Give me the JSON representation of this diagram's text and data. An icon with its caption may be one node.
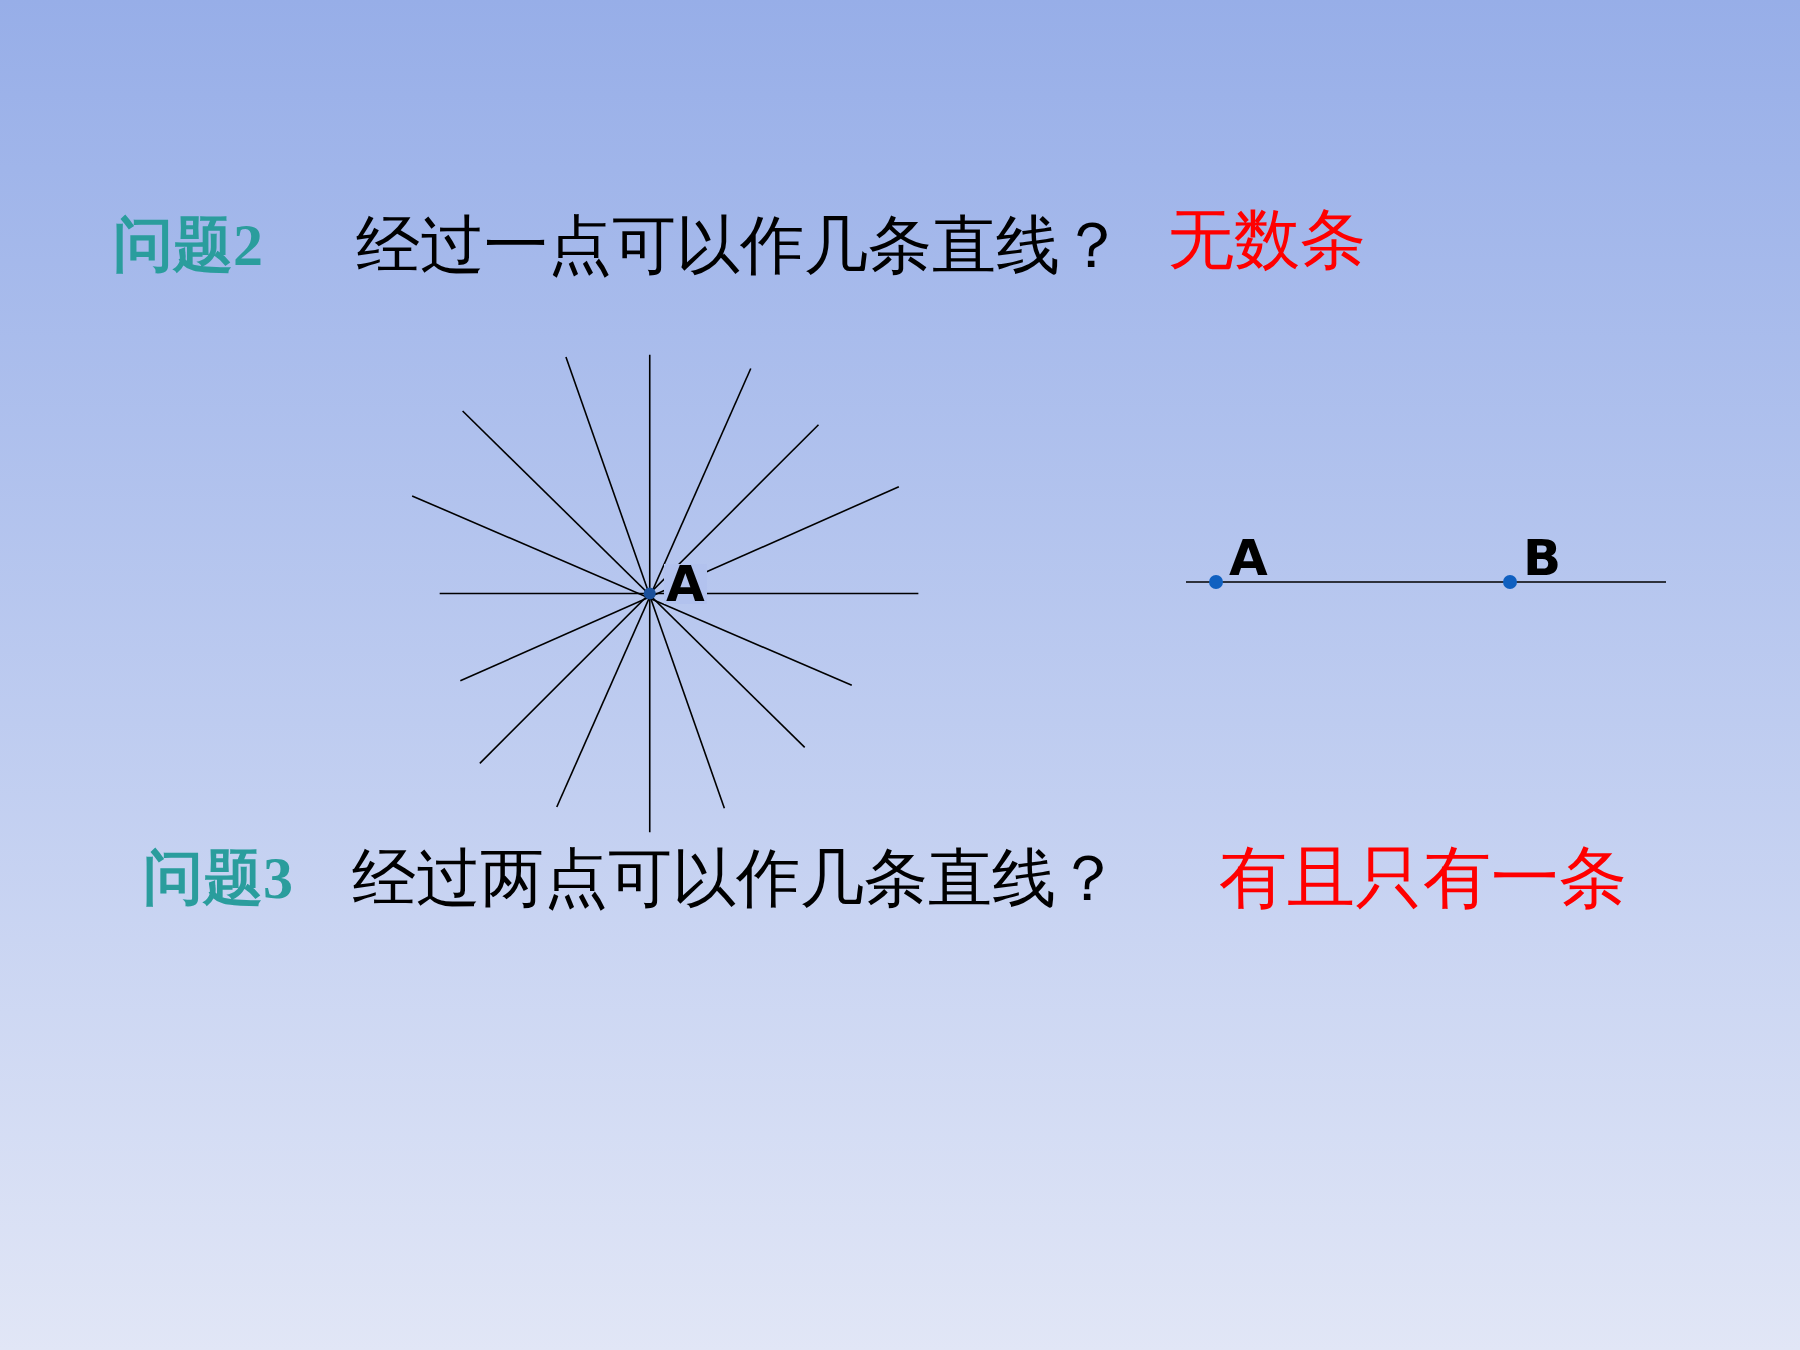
{
  "diagram": {
    "labels": [
      "问题2",
      "经过一点可以作几条直线？",
      "无数条",
      "A",
      "A",
      "B",
      "问题3",
      "经过两点可以作几条直线？",
      "有且只有一条"
    ]
  }
}
